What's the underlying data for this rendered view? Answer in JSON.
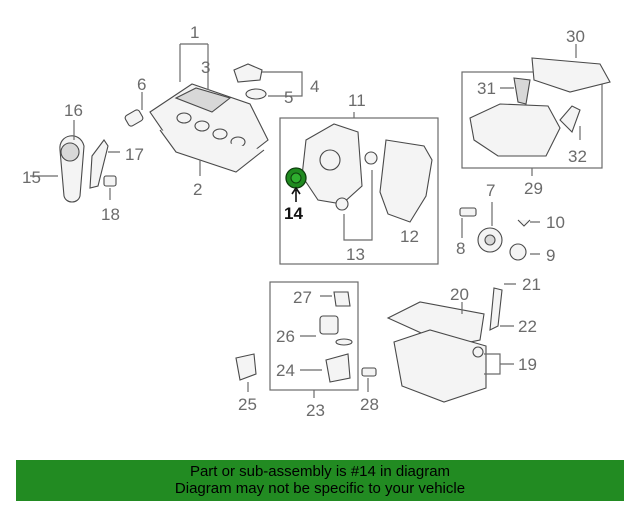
{
  "callouts": {
    "c1": "1",
    "c2": "2",
    "c3": "3",
    "c4": "4",
    "c5": "5",
    "c6": "6",
    "c7": "7",
    "c8": "8",
    "c9": "9",
    "c10": "10",
    "c11": "11",
    "c12": "12",
    "c13": "13",
    "c14": "14",
    "c15": "15",
    "c16": "16",
    "c17": "17",
    "c18": "18",
    "c19": "19",
    "c20": "20",
    "c21": "21",
    "c22": "22",
    "c23": "23",
    "c24": "24",
    "c25": "25",
    "c26": "26",
    "c27": "27",
    "c28": "28",
    "c29": "29",
    "c30": "30",
    "c31": "31",
    "c32": "32"
  },
  "highlight": {
    "part_number": "14",
    "color": "#1f8a1f"
  },
  "footer": {
    "line1": "Part or sub-assembly is #14 in diagram",
    "line2": "Diagram may not be specific to your vehicle",
    "background": "#228b22"
  }
}
